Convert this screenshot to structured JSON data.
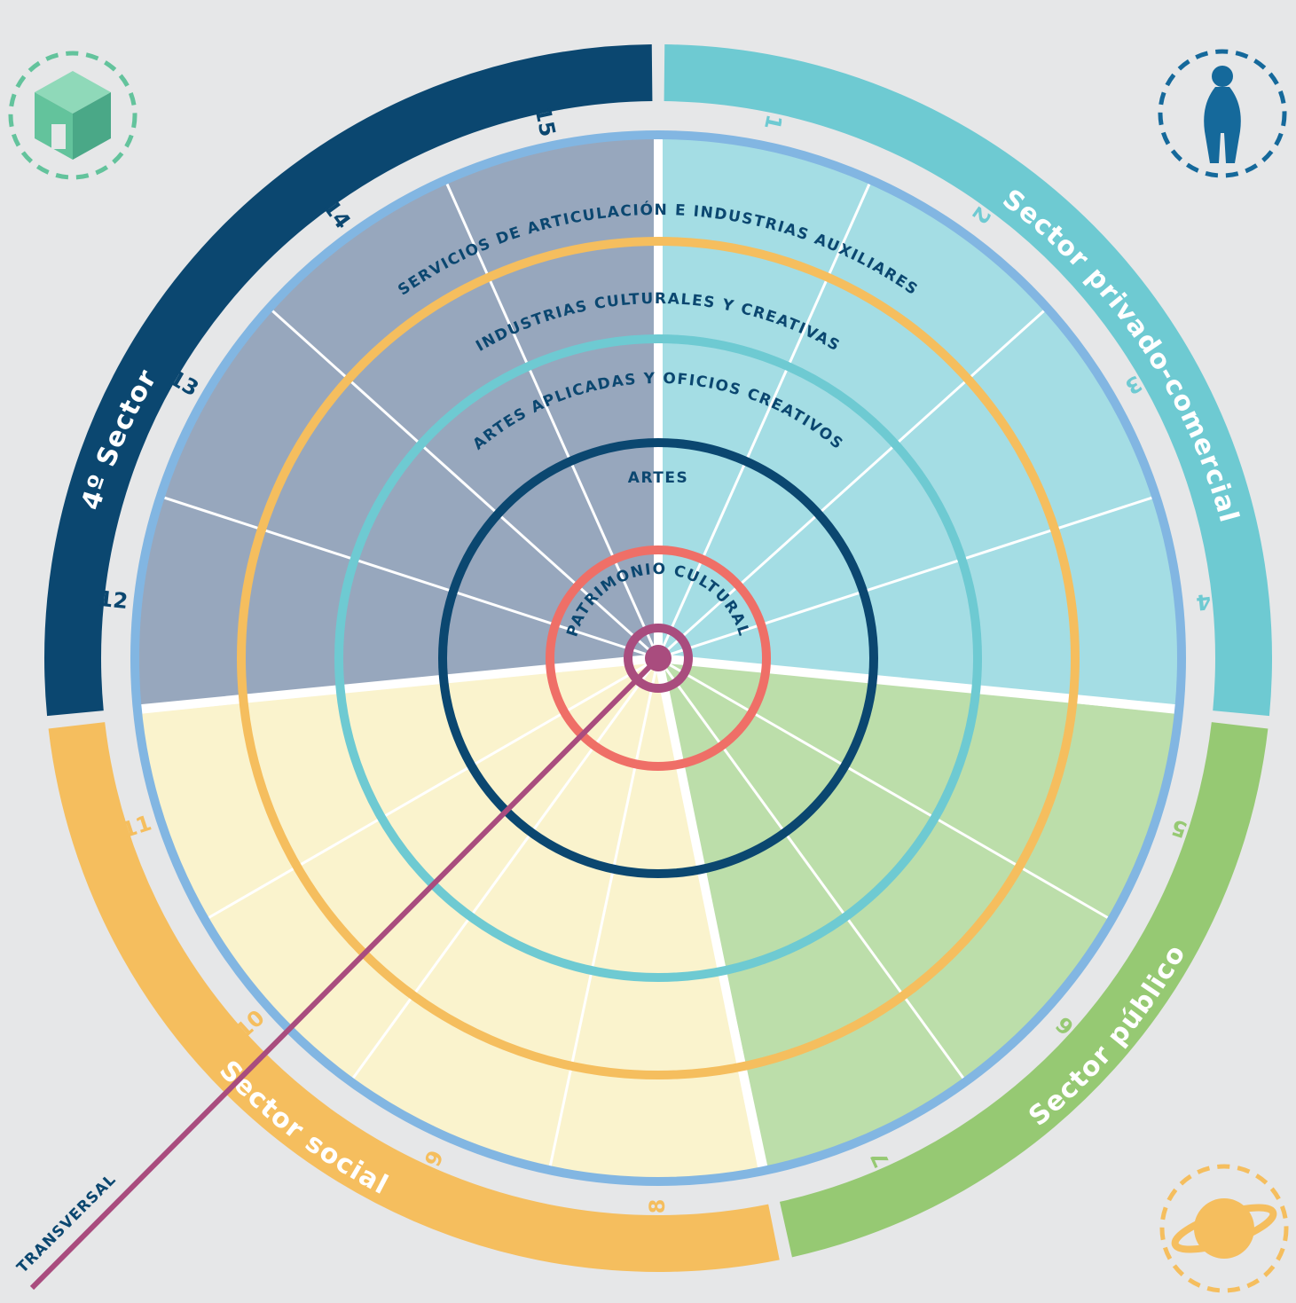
{
  "sectors": [
    {
      "key": "cuarto",
      "label": "4º Sector",
      "color": "#0b4770",
      "fill": "#97a7bd"
    },
    {
      "key": "privado",
      "label": "Sector privado-comercial",
      "color": "#6ecad2",
      "fill": "#a4dde4"
    },
    {
      "key": "publico",
      "label": "Sector público",
      "color": "#96c973",
      "fill": "#bcdeaa"
    },
    {
      "key": "social",
      "label": "Sector social",
      "color": "#f5be5e",
      "fill": "#faf3cd"
    }
  ],
  "rings": [
    {
      "key": "servicios",
      "label": "SERVICIOS DE ARTICULACIÓN E INDUSTRIAS AUXILIARES",
      "color": "#82b6e2"
    },
    {
      "key": "industrias",
      "label": "INDUSTRIAS CULTURALES Y CREATIVAS",
      "color": "#f5be5e"
    },
    {
      "key": "artes_aplicadas",
      "label": "ARTES APLICADAS Y OFICIOS CREATIVOS",
      "color": "#6ecad2"
    },
    {
      "key": "artes",
      "label": "ARTES",
      "color": "#0b4770"
    },
    {
      "key": "patrimonio",
      "label": "PATRIMONIO CULTURAL",
      "color": "#ef6f67"
    },
    {
      "key": "centro",
      "label": "",
      "color": "#a94c7e"
    }
  ],
  "transversal_label": "TRANSVERSAL",
  "transversal_color": "#a94c7e",
  "numbers": [
    "1",
    "2",
    "3",
    "4",
    "5",
    "6",
    "7",
    "8",
    "9",
    "10",
    "11",
    "12",
    "13",
    "14",
    "15"
  ],
  "corner_icons": [
    {
      "name": "cube-icon",
      "color": "#63c39c"
    },
    {
      "name": "person-icon",
      "color": "#15699b"
    },
    {
      "name": "planet-icon",
      "color": "#f5be5e"
    }
  ]
}
